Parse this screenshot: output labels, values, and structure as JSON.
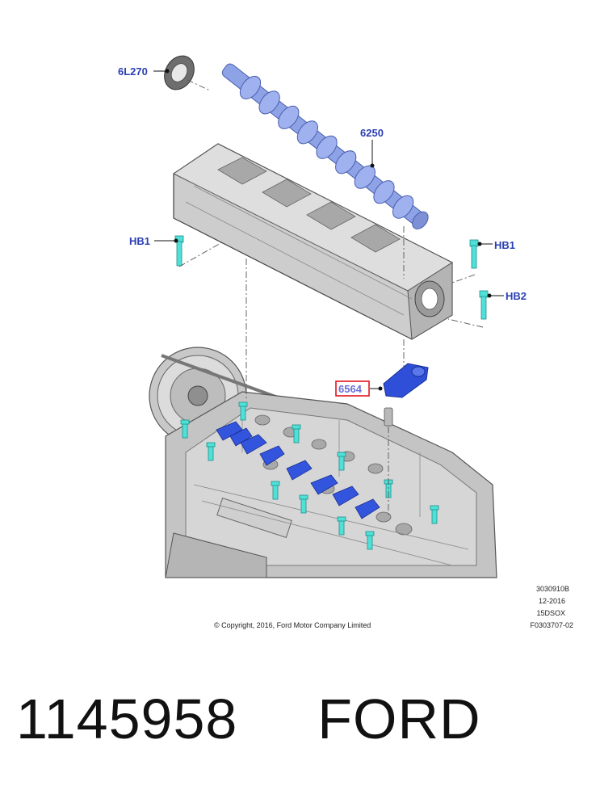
{
  "callouts": {
    "seal": "6L270",
    "camshaft": "6250",
    "bolt_left": "HB1",
    "bolt_right_top": "HB1",
    "bolt_right_bottom": "HB2",
    "rocker_arm": "6564"
  },
  "drawing_info": {
    "line1": "3030910B",
    "line2": "12-2016",
    "line3": "15DSOX",
    "line4": "F0303707-02"
  },
  "copyright": "© Copyright, 2016, Ford Motor Company Limited",
  "catalog": {
    "part_number": "1145958",
    "brand": "FORD"
  },
  "colors": {
    "callout_text": "#2b3fb3",
    "highlight_box": "#e0141e",
    "part_blue": "#8ea2e6",
    "rocker_blue": "#2f4fd8",
    "bolt_teal": "#4fe0d8",
    "engine_gray": "#c9c9c9"
  }
}
